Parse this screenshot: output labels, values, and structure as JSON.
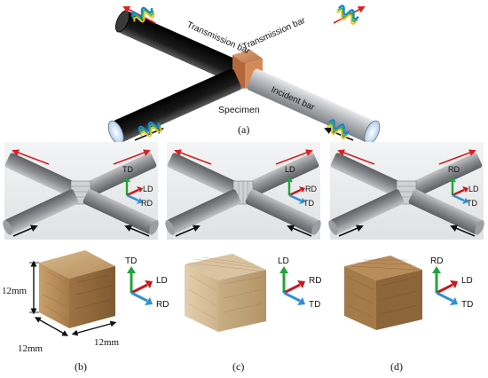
{
  "top_diagram": {
    "labels": {
      "transmission_left": "Transmission bar",
      "transmission_right": "Transmission bar",
      "incident_left": "Incident bar",
      "incident_right": "Incident bar",
      "specimen": "Specimen"
    },
    "caption": "(a)"
  },
  "panels": [
    {
      "caption": "(b)",
      "setup_axes": {
        "top": "TD",
        "right": "LD",
        "bottom": "RD"
      },
      "cube_axes": {
        "top": "TD",
        "right": "LD",
        "bottom": "RD"
      },
      "dimensions": {
        "height": "12mm",
        "depth": "12mm",
        "width": "12mm"
      }
    },
    {
      "caption": "(c)",
      "setup_axes": {
        "top": "LD",
        "right": "RD",
        "bottom": "TD"
      },
      "cube_axes": {
        "top": "LD",
        "right": "RD",
        "bottom": "TD"
      }
    },
    {
      "caption": "(d)",
      "setup_axes": {
        "top": "RD",
        "right": "LD",
        "bottom": "TD"
      },
      "cube_axes": {
        "top": "RD",
        "right": "LD",
        "bottom": "TD"
      }
    }
  ],
  "colors": {
    "axis_green": "#22a33a",
    "axis_red": "#c8191e",
    "axis_blue": "#2f8fd8",
    "specimen_copper": "#c9804f",
    "bar_dark": "#141414",
    "bar_light": "#b9bcc0",
    "load_arrow": "#111111",
    "wave_arrow": "#e02020",
    "wood": "#b98b55"
  }
}
